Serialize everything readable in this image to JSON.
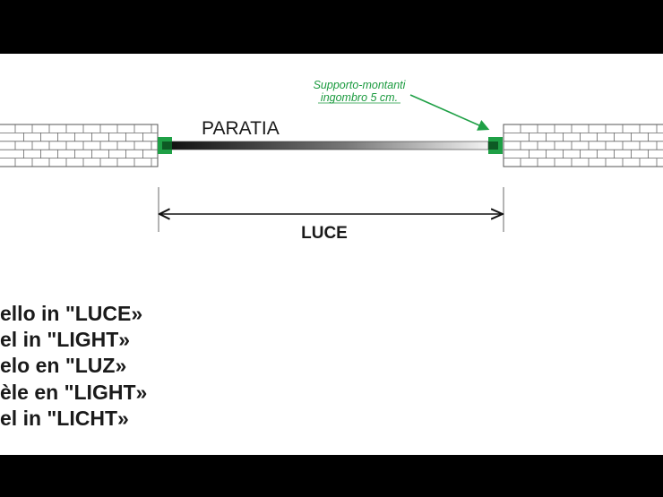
{
  "diagram": {
    "panel_label": "PARATIA",
    "dimension_label": "LUCE",
    "callout": {
      "line1": "Supporto-montanti",
      "line2": "ingombro 5 cm."
    }
  },
  "captions": [
    "ello in \"LUCE»",
    "el in \"LIGHT»",
    "elo en \"LUZ»",
    "èle en \"LIGHT»",
    "el in \"LICHT»"
  ],
  "colors": {
    "background": "#ffffff",
    "frame": "#000000",
    "wall_stroke": "#555555",
    "bracket": "#1fa046",
    "callout_text": "#1a9a3e",
    "text": "#1a1a1a"
  }
}
